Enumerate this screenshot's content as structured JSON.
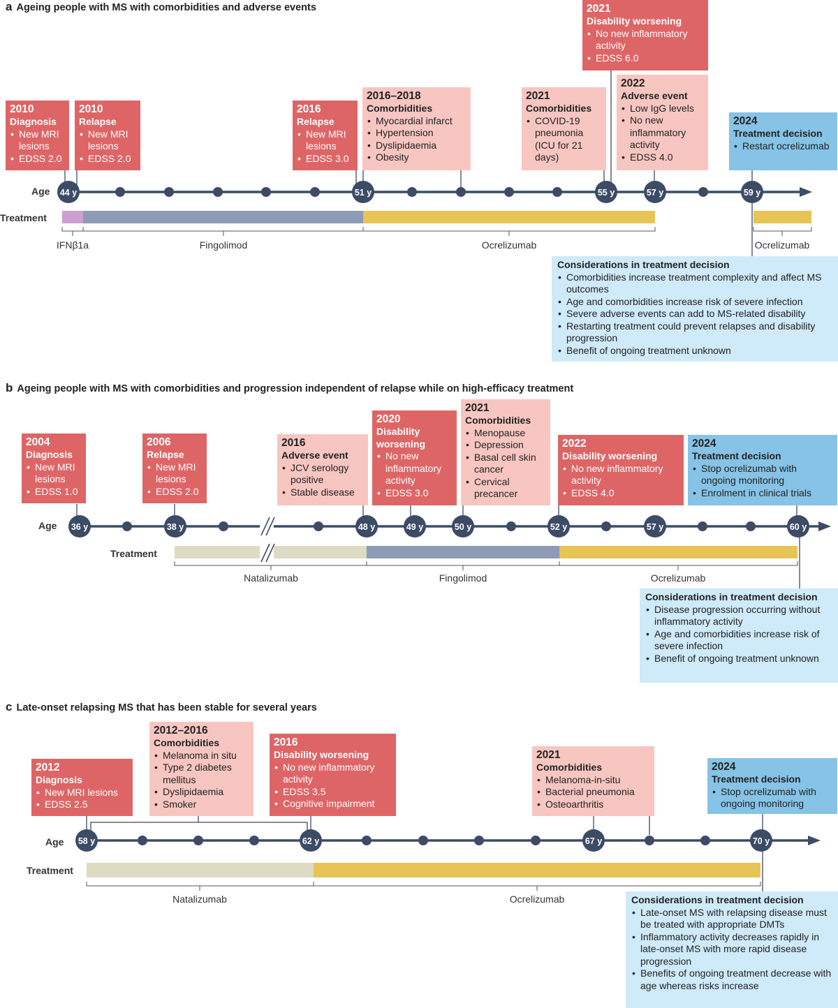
{
  "panels": {
    "a": {
      "letter": "a",
      "title": "Ageing people with MS with comorbidities and adverse events",
      "age_label": "Age",
      "treatment_label": "Treatment",
      "ages": [
        "44 y",
        "51 y",
        "55 y",
        "57 y",
        "59 y"
      ],
      "events": [
        {
          "year": "2010",
          "heading": "Diagnosis",
          "items": [
            "New MRI lesions",
            "EDSS 2.0"
          ],
          "style": "dark"
        },
        {
          "year": "2010",
          "heading": "Relapse",
          "items": [
            "New MRI lesions",
            "EDSS 2.0"
          ],
          "style": "dark"
        },
        {
          "year": "2016",
          "heading": "Relapse",
          "items": [
            "New MRI lesions",
            "EDSS 3.0"
          ],
          "style": "dark"
        },
        {
          "year": "2016–2018",
          "heading": "Comorbidities",
          "items": [
            "Myocardial infarct",
            "Hypertension",
            "Dyslipidaemia",
            "Obesity"
          ],
          "style": "light"
        },
        {
          "year": "2021",
          "heading": "Comorbidities",
          "items": [
            "COVID-19 pneumonia (ICU for 21 days)"
          ],
          "style": "light"
        },
        {
          "year": "2021",
          "heading": "Disability worsening",
          "items": [
            "No new inflammatory activity",
            "EDSS 6.0"
          ],
          "style": "dark"
        },
        {
          "year": "2022",
          "heading": "Adverse event",
          "items": [
            "Low IgG levels",
            "No new inflammatory activity",
            "EDSS 4.0"
          ],
          "style": "light"
        },
        {
          "year": "2024",
          "heading": "Treatment decision",
          "items": [
            "Restart ocrelizumab"
          ],
          "style": "blue"
        }
      ],
      "treatments": [
        "IFNβ1a",
        "Fingolimod",
        "Ocrelizumab",
        "Ocrelizumab"
      ],
      "considerations": {
        "heading": "Considerations in treatment decision",
        "items": [
          "Comorbidities increase treatment complexity and affect MS outcomes",
          "Age and comorbidities increase risk of severe infection",
          "Severe adverse events can add to MS-related disability",
          "Restarting treatment could prevent relapses and disability progression",
          "Benefit of ongoing treatment unknown"
        ]
      }
    },
    "b": {
      "letter": "b",
      "title": "Ageing people with MS with comorbidities and progression independent of relapse while on high-efficacy treatment",
      "age_label": "Age",
      "treatment_label": "Treatment",
      "ages": [
        "36 y",
        "38 y",
        "48 y",
        "49 y",
        "50 y",
        "52 y",
        "57 y",
        "60 y"
      ],
      "events": [
        {
          "year": "2004",
          "heading": "Diagnosis",
          "items": [
            "New MRI lesions",
            "EDSS 1.0"
          ],
          "style": "dark"
        },
        {
          "year": "2006",
          "heading": "Relapse",
          "items": [
            "New MRI lesions",
            "EDSS 2.0"
          ],
          "style": "dark"
        },
        {
          "year": "2016",
          "heading": "Adverse event",
          "items": [
            "JCV serology positive",
            "Stable disease"
          ],
          "style": "light"
        },
        {
          "year": "2020",
          "heading": "Disability worsening",
          "items": [
            "No new inflammatory activity",
            "EDSS 3.0"
          ],
          "style": "dark"
        },
        {
          "year": "2021",
          "heading": "Comorbidities",
          "items": [
            "Menopause",
            "Depression",
            "Basal cell skin cancer",
            "Cervical precancer"
          ],
          "style": "light"
        },
        {
          "year": "2022",
          "heading": "Disability worsening",
          "items": [
            "No new inflammatory activity",
            "EDSS 4.0"
          ],
          "style": "dark"
        },
        {
          "year": "2024",
          "heading": "Treatment decision",
          "items": [
            "Stop ocrelizumab with ongoing monitoring",
            "Enrolment in clinical trials"
          ],
          "style": "blue"
        }
      ],
      "treatments": [
        "Natalizumab",
        "Fingolimod",
        "Ocrelizumab"
      ],
      "considerations": {
        "heading": "Considerations in treatment decision",
        "items": [
          "Disease progression occurring without inflammatory activity",
          "Age and comorbidities increase risk of severe infection",
          "Benefit of ongoing treatment unknown"
        ]
      }
    },
    "c": {
      "letter": "c",
      "title": "Late-onset relapsing MS that has been stable for several years",
      "age_label": "Age",
      "treatment_label": "Treatment",
      "ages": [
        "58 y",
        "62 y",
        "67 y",
        "70 y"
      ],
      "events": [
        {
          "year": "2012",
          "heading": "Diagnosis",
          "items": [
            "New MRI lesions",
            "EDSS 2.5"
          ],
          "style": "dark"
        },
        {
          "year": "2012–2016",
          "heading": "Comorbidities",
          "items": [
            "Melanoma in situ",
            "Type 2 diabetes mellitus",
            "Dyslipidaemia",
            "Smoker"
          ],
          "style": "light"
        },
        {
          "year": "2016",
          "heading": "Disability worsening",
          "items": [
            "No new inflammatory activity",
            "EDSS 3.5",
            "Cognitive impairment"
          ],
          "style": "dark"
        },
        {
          "year": "2021",
          "heading": "Comorbidities",
          "items": [
            "Melanoma-in-situ",
            "Bacterial pneumonia",
            "Osteoarthritis"
          ],
          "style": "light"
        },
        {
          "year": "2024",
          "heading": "Treatment decision",
          "items": [
            "Stop ocrelizumab with ongoing monitoring"
          ],
          "style": "blue"
        }
      ],
      "treatments": [
        "Natalizumab",
        "Ocrelizumab"
      ],
      "considerations": {
        "heading": "Considerations in treatment decision",
        "items": [
          "Late-onset MS with relapsing disease must be treated with appropriate DMTs",
          "Inflammatory activity decreases rapidly in late-onset MS with more rapid disease progression",
          "Benefits of ongoing treatment decrease with age whereas risks increase"
        ]
      }
    }
  },
  "colors": {
    "timeline": "#3c4b66",
    "event_dark": "#de6566",
    "event_light": "#f8c6c1",
    "decision_blue": "#86c3e6",
    "considerations_bg": "#cfeaf9",
    "ifnb1a": "#cc9fce",
    "fingolimod": "#8d9bb5",
    "ocrelizumab": "#e8c456",
    "natalizumab": "#dddbc4"
  }
}
